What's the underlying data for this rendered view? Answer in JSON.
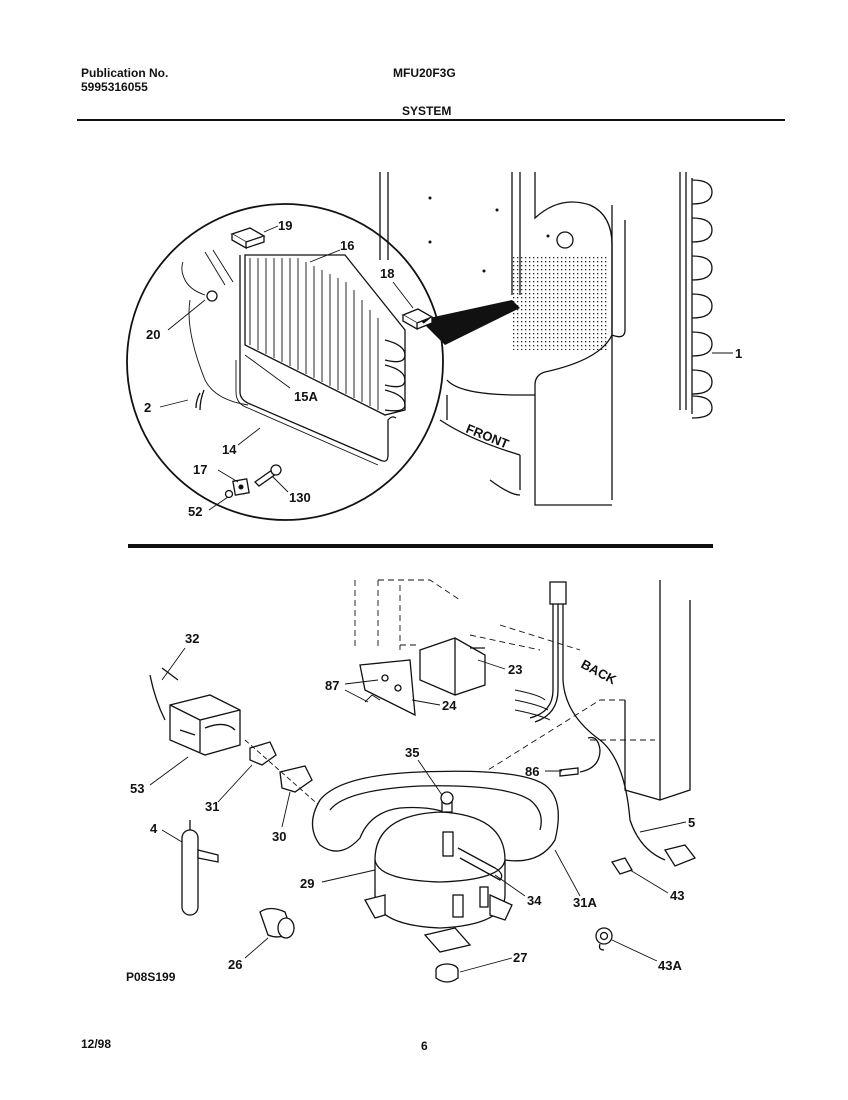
{
  "header": {
    "publication_label": "Publication No.",
    "publication_number": "5995316055",
    "model": "MFU20F3G",
    "section": "SYSTEM"
  },
  "footer": {
    "date": "12/98",
    "page": "6"
  },
  "figure_code": "P08S199",
  "top_view": {
    "front_label": "FRONT",
    "callouts": [
      "19",
      "16",
      "18",
      "20",
      "15A",
      "2",
      "14",
      "17",
      "130",
      "52",
      "1"
    ]
  },
  "bottom_view": {
    "back_label": "BACK",
    "callouts": [
      "32",
      "87",
      "23",
      "24",
      "53",
      "31",
      "30",
      "35",
      "86",
      "5",
      "4",
      "29",
      "34",
      "31A",
      "43",
      "26",
      "27",
      "43A"
    ]
  }
}
